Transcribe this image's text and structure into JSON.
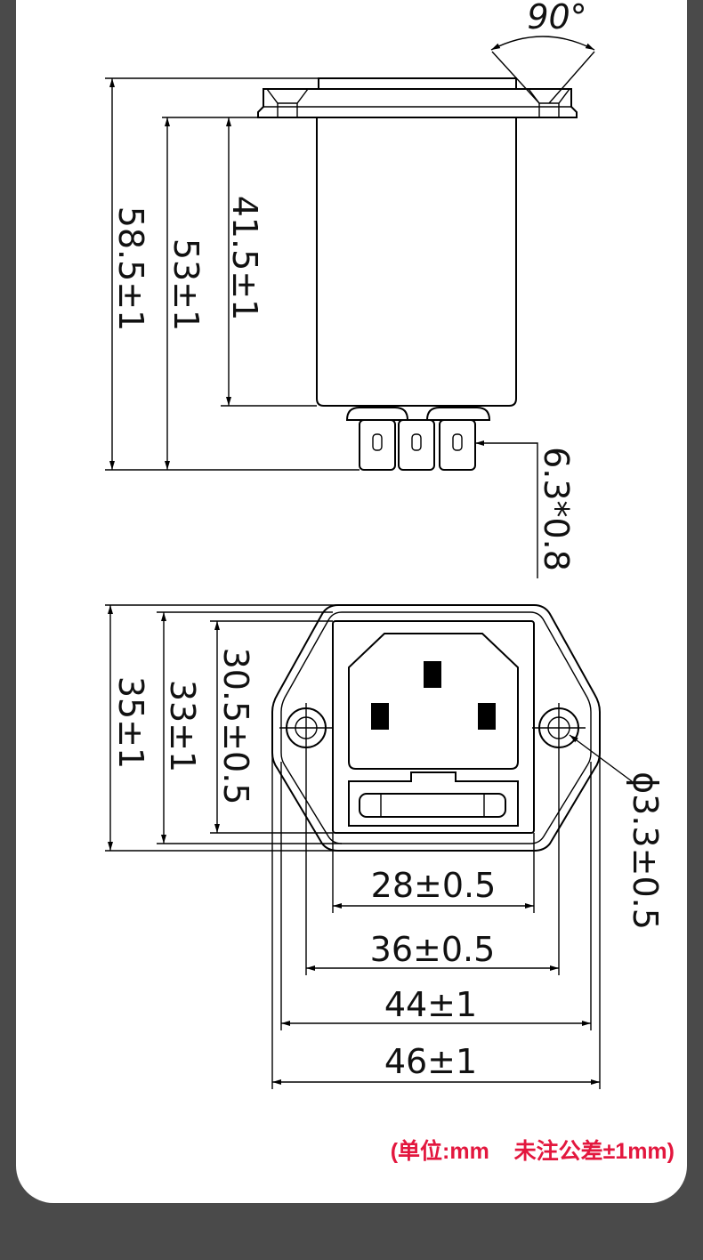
{
  "colors": {
    "background": "#4a4a4a",
    "card": "#ffffff",
    "note": "#e3173e",
    "ink": "#000000"
  },
  "side_view": {
    "angle_label": "90°",
    "dim_total_height": "58.5±1",
    "dim_body_height": "53±1",
    "dim_case_height": "41.5±1",
    "dim_terminal": "6.3*0.8"
  },
  "front_view": {
    "dim_flange_height": "35±1",
    "dim_frame_height": "33±1",
    "dim_cutout_height": "30.5±0.5",
    "dim_hole": "ϕ3.3±0.5",
    "dim_cutout_width": "28±0.5",
    "dim_hole_spacing": "36±0.5",
    "dim_frame_width": "44±1",
    "dim_flange_width": "46±1"
  },
  "note": "(单位:mm    未注公差±1mm)"
}
